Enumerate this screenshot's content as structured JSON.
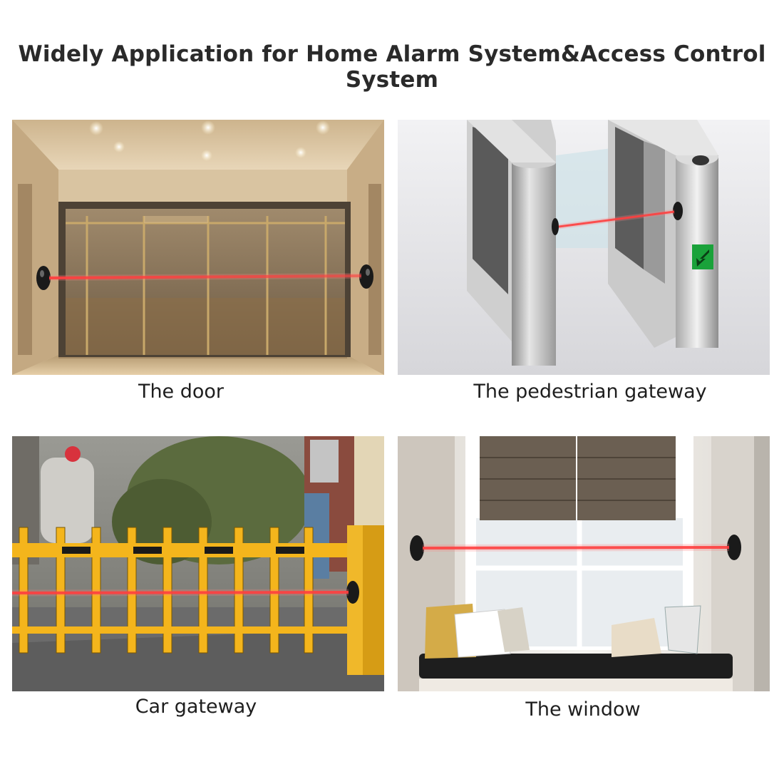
{
  "title": "Widely Application for Home Alarm System&Access Control System",
  "colors": {
    "beam": "#ff2a2a",
    "sensor": "#1a1a1a",
    "barrier_yellow": "#f4b51c",
    "gate_metal": "#b9b9b9"
  },
  "panels": [
    {
      "caption": "The door",
      "scene": "glass-sliding-door"
    },
    {
      "caption": "The pedestrian gateway",
      "scene": "speed-gate-turnstile"
    },
    {
      "caption": "Car gateway",
      "scene": "yellow-parking-barrier"
    },
    {
      "caption": "The window",
      "scene": "window-seat"
    }
  ]
}
